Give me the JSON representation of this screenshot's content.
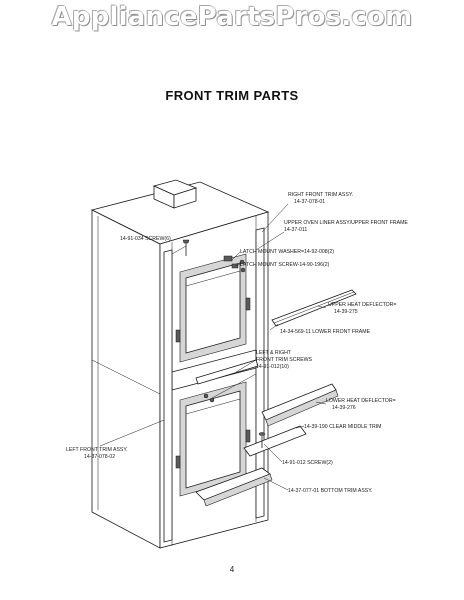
{
  "watermark": "AppliancePartsPros.com",
  "title": "FRONT TRIM PARTS",
  "page_number": "4",
  "callouts": {
    "right_front_trim": [
      "RIGHT FRONT TRIM ASSY.",
      "14-37-078-01"
    ],
    "upper_oven_liner": [
      "UPPER OVEN LINER ASSY/UPPER FRONT FRAME",
      "14-37-011"
    ],
    "screw_top": [
      "14-91-034 SCREW(6)"
    ],
    "latch_washer": [
      "LATCH MOUNT WASHER=14-92-008(2)"
    ],
    "latch_screw": [
      "LATCH MOUNT SCREW-14-90-196(2)"
    ],
    "upper_heat_deflector": [
      "UPPER HEAT DEFLECTOR=",
      "14-39-275"
    ],
    "lower_front_frame": [
      "14-34-569-11 LOWER FRONT FRAME"
    ],
    "trim_screws": [
      "LEFT & RIGHT",
      "FRONT TRIM SCREWS",
      "14-91-012(10)"
    ],
    "lower_heat_deflector": [
      "LOWER HEAT DEFLECTOR=",
      "14-39-276"
    ],
    "clear_middle_trim": [
      "14-39-190 CLEAR MIDDLE TRIM"
    ],
    "left_front_trim": [
      "LEFT FRONT TRIM ASSY.",
      "14-37-078-02"
    ],
    "screw_bottom": [
      "14-91-012 SCREW(2)"
    ],
    "bottom_trim": [
      "14-37-077-01 BOTTOM TRIM ASSY."
    ]
  }
}
